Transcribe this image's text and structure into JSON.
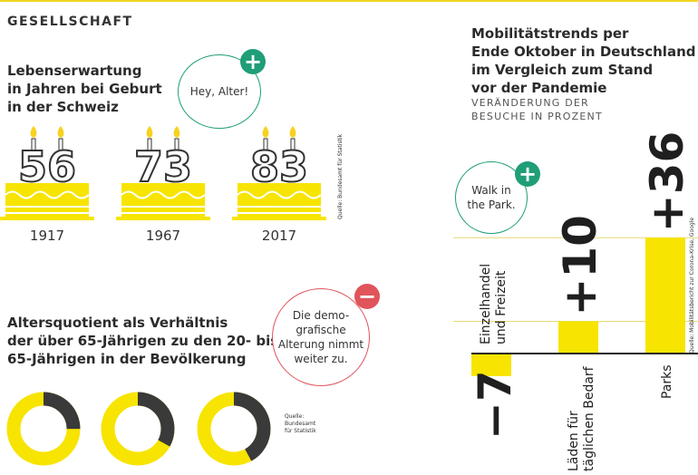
{
  "section": "GESELLSCHAFT",
  "life_expectancy": {
    "title": "Lebenserwartung\nin Jahren bei Geburt\nin der Schweiz",
    "bubble": "Hey, Alter!",
    "source": "Quelle: Bundesamt für Statistik",
    "colors": {
      "cake": "#f7e400",
      "cake_outline": "#333333",
      "flame": "#f7d21e"
    }
  },
  "dependency_ratio": {
    "title": "Altersquotient als Verhältnis\nder über 65-Jährigen zu den 20- bis\n65-Jährigen in der Bevölkerung",
    "bubble": "Die demo-\ngrafische\nAlterung nimmt\nweiter zu.",
    "source": "Quelle:\nBundesamt\nfür Statistik",
    "colors": {
      "ring_yellow": "#f7e400",
      "ring_dark": "#3a3a3a"
    }
  },
  "mobility": {
    "title": "Mobilitätstrends per\nEnde Oktober in Deutschland\nim Vergleich zum Stand\nvor der Pandemie",
    "subtitle": "VERÄNDERUNG DER\nBESUCHE IN PROZENT",
    "bubble": "Walk in\nthe Park.",
    "source": "Quelle: Mobilitätsbericht zur Corona-Krise, Google",
    "colors": {
      "bar": "#f7e400",
      "axis": "#222222",
      "grid": "#e8d873"
    }
  },
  "chart_data": [
    {
      "type": "bar",
      "categories": [
        "1917",
        "1967",
        "2017"
      ],
      "values": [
        56,
        73,
        83
      ],
      "title": "Lebenserwartung in Jahren bei Geburt in der Schweiz"
    },
    {
      "type": "pie",
      "title": "Altersquotient als Verhältnis der über 65-Jährigen zu den 20- bis 65-Jährigen in der Bevölkerung",
      "series": [
        {
          "dark_share": 0.25
        },
        {
          "dark_share": 0.33
        },
        {
          "dark_share": 0.42
        }
      ]
    },
    {
      "type": "bar",
      "title": "Mobilitätstrends per Ende Oktober in Deutschland im Vergleich zum Stand vor der Pandemie",
      "ylabel": "VERÄNDERUNG DER BESUCHE IN PROZENT",
      "categories": [
        "Einzelhandel\nund Freizeit",
        "Läden für\ntäglichen Bedarf",
        "Parks"
      ],
      "values": [
        -7,
        10,
        36
      ],
      "labels": [
        "−7",
        "+10",
        "+36"
      ],
      "ylim": [
        -10,
        40
      ]
    }
  ]
}
